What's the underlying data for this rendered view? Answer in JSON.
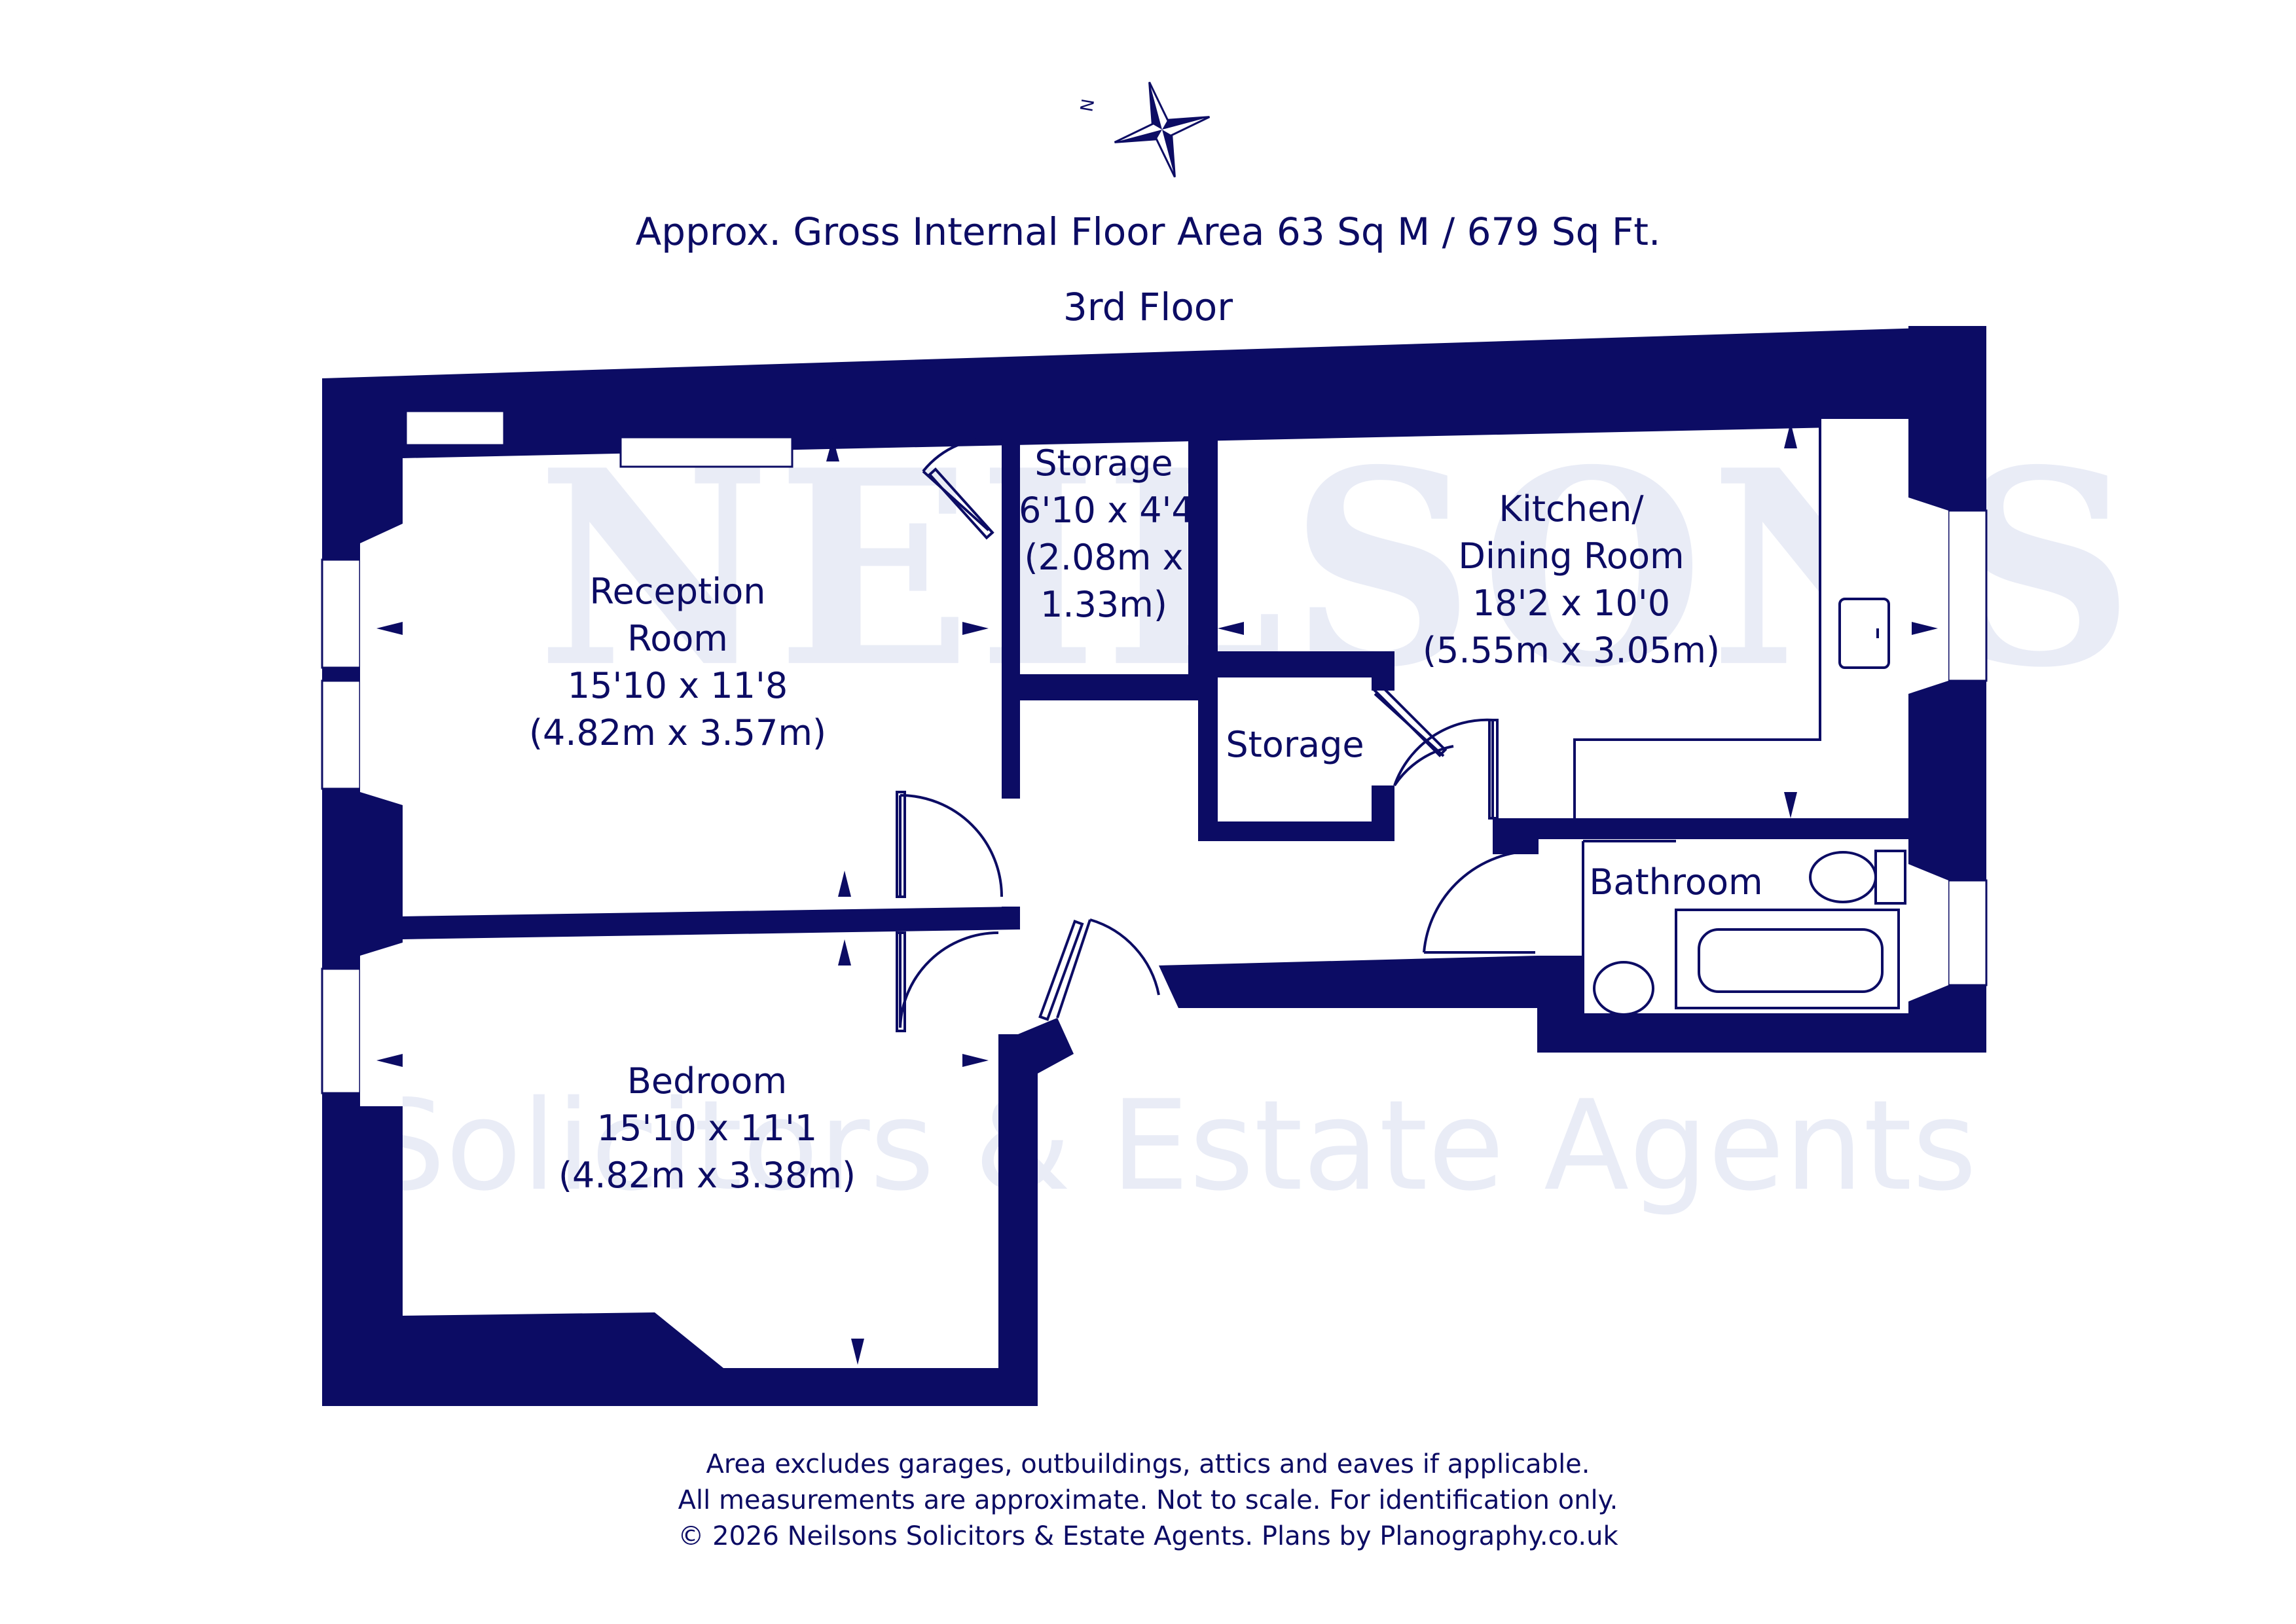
{
  "colors": {
    "wall": "#0c0c64",
    "text": "#0c0c64",
    "watermark": "#e9ecf6",
    "background": "#ffffff"
  },
  "compass": {
    "label": "N",
    "icon": "compass-rose-icon"
  },
  "header": {
    "area": "Approx. Gross Internal Floor Area 63 Sq M / 679 Sq Ft.",
    "floor": "3rd Floor"
  },
  "watermark": {
    "brand": "NEILSONS",
    "tagline": "Solicitors & Estate Agents"
  },
  "rooms": {
    "reception": {
      "name1": "Reception",
      "name2": "Room",
      "imperial": "15'10 x 11'8",
      "metric": "(4.82m x 3.57m)"
    },
    "storage1": {
      "name": "Storage",
      "imperial": "6'10 x 4'4",
      "metric1": "(2.08m x",
      "metric2": "1.33m)"
    },
    "kitchen": {
      "name1": "Kitchen/",
      "name2": "Dining Room",
      "imperial": "18'2 x 10'0",
      "metric": "(5.55m x 3.05m)"
    },
    "storage2": {
      "name": "Storage"
    },
    "bathroom": {
      "name": "Bathroom"
    },
    "bedroom": {
      "name": "Bedroom",
      "imperial": "15'10 x 11'1",
      "metric": "(4.82m x 3.38m)"
    }
  },
  "footer": {
    "line1": "Area excludes garages, outbuildings, attics and eaves if applicable.",
    "line2": "All measurements are approximate. Not to scale. For identification only.",
    "line3": "© 2026 Neilsons Solicitors & Estate Agents. Plans by Planography.co.uk"
  }
}
